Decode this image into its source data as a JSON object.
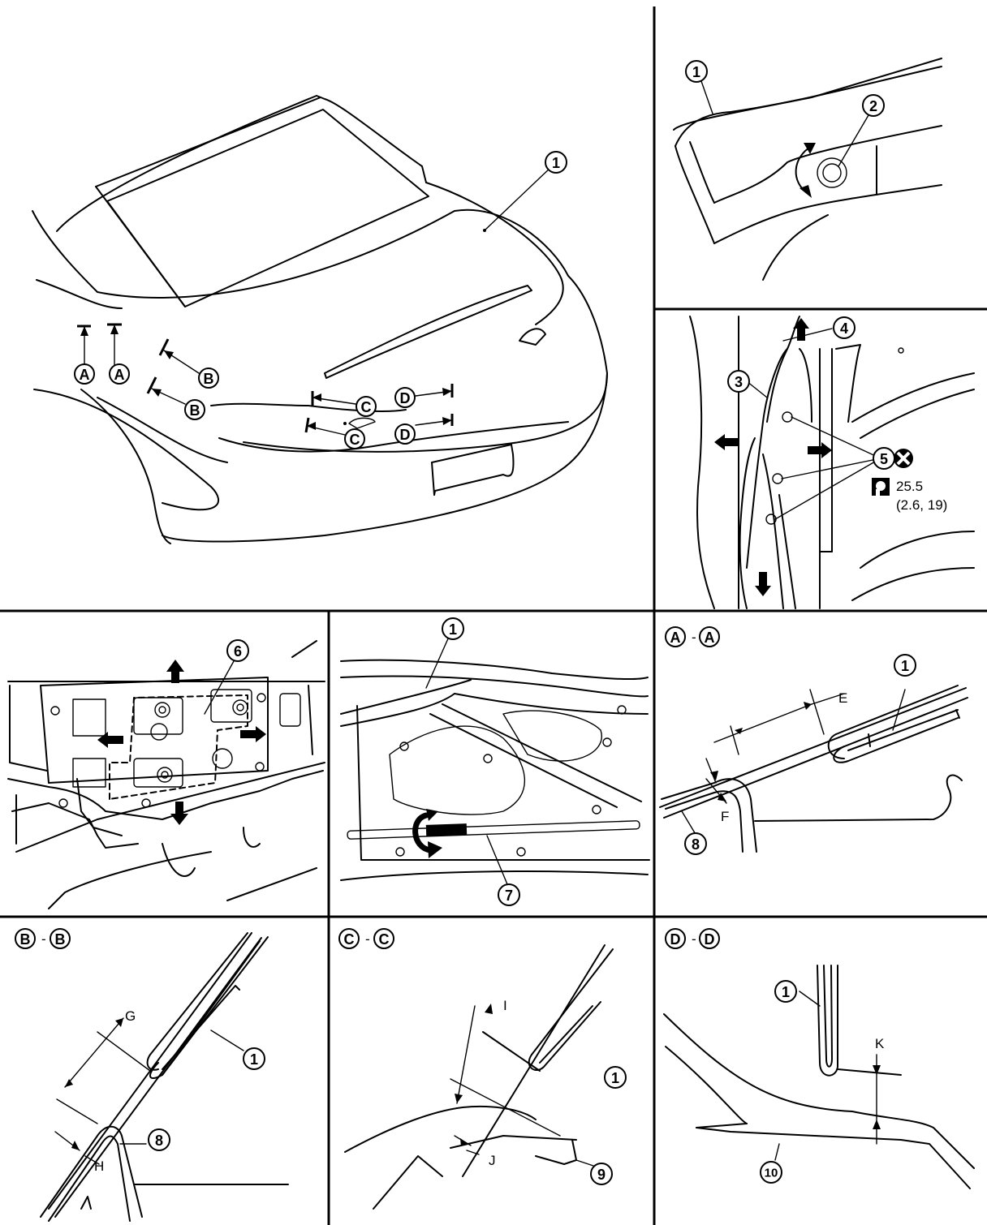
{
  "callouts": {
    "n1": "1",
    "n2": "2",
    "n3": "3",
    "n4": "4",
    "n5": "5",
    "n6": "6",
    "n7": "7",
    "n8": "8",
    "n9": "9",
    "n10": "10",
    "A": "A",
    "B": "B",
    "C": "C",
    "D": "D"
  },
  "dims": {
    "E": "E",
    "F": "F",
    "G": "G",
    "H": "H",
    "I": "I",
    "J": "J",
    "K": "K"
  },
  "torque": {
    "value": "25.5",
    "alt": "(2.6, 19)"
  },
  "section_titles": {
    "aa": {
      "left": "A",
      "sep": "-",
      "right": "A"
    },
    "bb": {
      "left": "B",
      "sep": "-",
      "right": "B"
    },
    "cc": {
      "left": "C",
      "sep": "-",
      "right": "C"
    },
    "dd": {
      "left": "D",
      "sep": "-",
      "right": "D"
    }
  },
  "icons": [
    "torque-wrench-icon",
    "do-not-reuse-icon",
    "direction-arrow-icon",
    "rotate-arrow-icon"
  ]
}
